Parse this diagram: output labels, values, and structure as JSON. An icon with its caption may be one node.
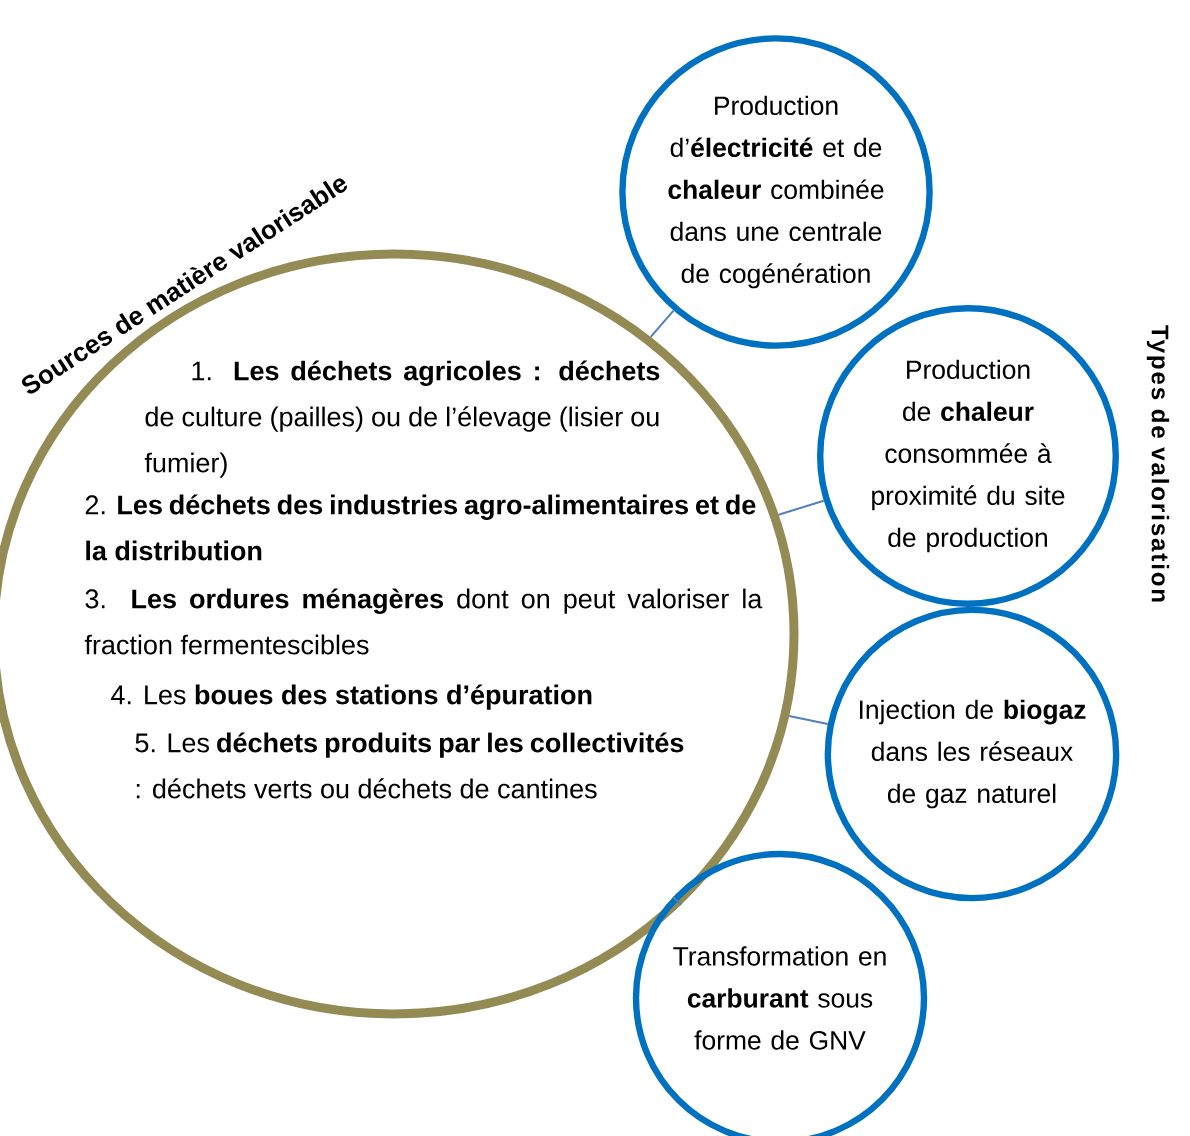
{
  "diagram": {
    "title": "Types de valorisation",
    "nodes": [
      {
        "text": [
          "Sources de matière valorisable",
          "1. **Les déchets agricoles : déchets** de culture (pailles) ou de l’élevage (lisier ou fumier)",
          "2. **Les déchets des industries agro-alimentaires et de la distribution**",
          "3. **Les ordures ménagères** dont on peut valoriser la fraction fermentescibles",
          "4. Les **boues des stations d’épuration**",
          "5. Les **déchets produits par les collectivités** : déchets verts ou déchets de cantines"
        ]
      },
      {
        "text": [
          "Production d’**électricité** et de **chaleur** combinée dans une centrale de cogénération"
        ]
      },
      {
        "text": [
          "Production de **chaleur** consommée à proximité du site de production"
        ]
      },
      {
        "text": [
          "Injection de **biogaz** dans les réseaux de gaz naturel"
        ]
      },
      {
        "text": [
          "Transformation en **carburant** sous forme de GNV"
        ]
      }
    ],
    "edges": [
      {
        "from": 0,
        "to": 1,
        "arrow": "none"
      },
      {
        "from": 0,
        "to": 2,
        "arrow": "none"
      },
      {
        "from": 0,
        "to": 3,
        "arrow": "none"
      },
      {
        "from": 0,
        "to": 4,
        "arrow": "none"
      }
    ]
  }
}
